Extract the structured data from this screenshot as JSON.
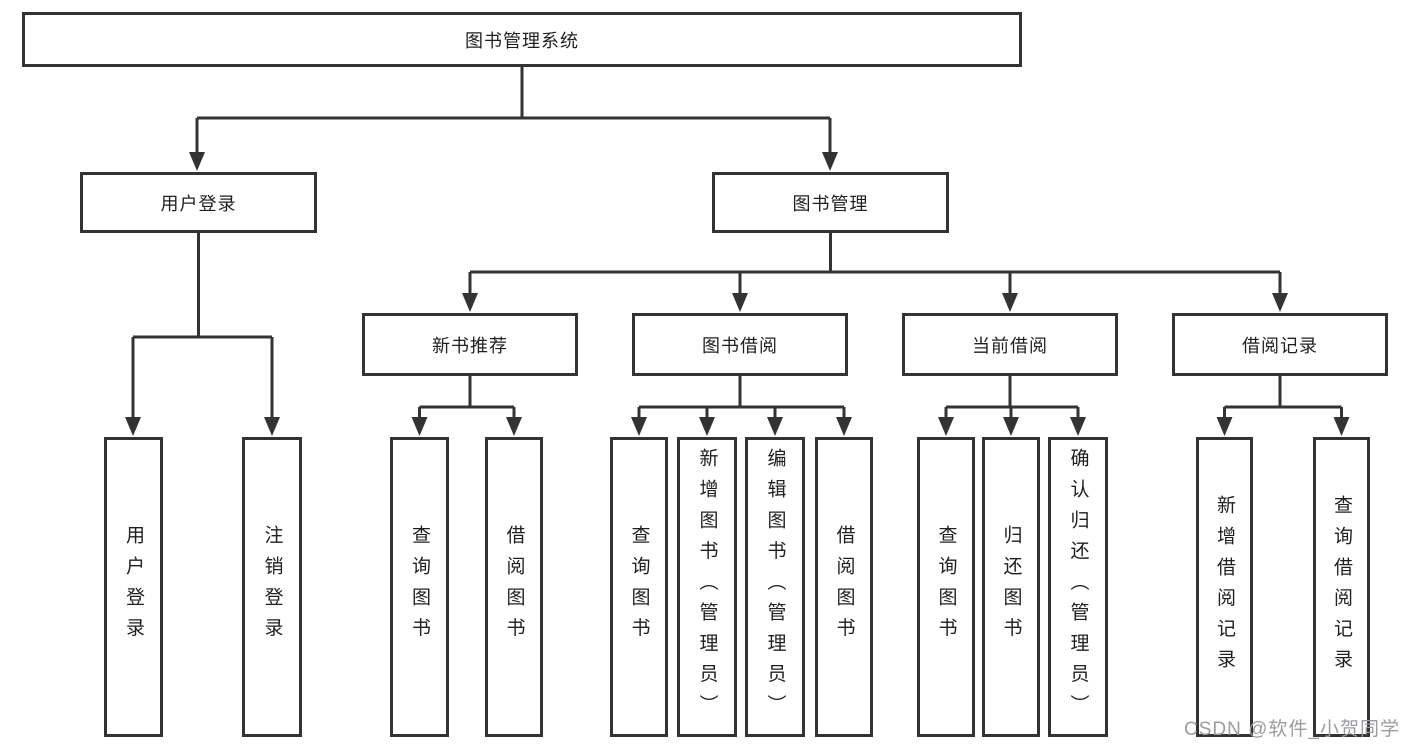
{
  "diagram": {
    "title": "图书管理系统",
    "tree": {
      "root": {
        "label": "图书管理系统"
      },
      "branches": [
        {
          "label": "用户登录",
          "children": [
            {
              "label": "用户登录"
            },
            {
              "label": "注销登录"
            }
          ]
        },
        {
          "label": "图书管理",
          "children": [
            {
              "label": "新书推荐",
              "children": [
                {
                  "label": "查询图书"
                },
                {
                  "label": "借阅图书"
                }
              ]
            },
            {
              "label": "图书借阅",
              "children": [
                {
                  "label": "查询图书"
                },
                {
                  "label": "新增图书（管理员）"
                },
                {
                  "label": "编辑图书（管理员）"
                },
                {
                  "label": "借阅图书"
                }
              ]
            },
            {
              "label": "当前借阅",
              "children": [
                {
                  "label": "查询图书"
                },
                {
                  "label": "归还图书"
                },
                {
                  "label": "确认归还（管理员）"
                }
              ]
            },
            {
              "label": "借阅记录",
              "children": [
                {
                  "label": "新增借阅记录"
                },
                {
                  "label": "查询借阅记录"
                }
              ]
            }
          ]
        }
      ]
    },
    "colors": {
      "line": "#333333",
      "box_border": "#333333",
      "box_fill": "#ffffff",
      "text": "#1f1f1f",
      "watermark": "#9b9ca0",
      "background": "#ffffff"
    },
    "watermark": {
      "text": "CSDN @软件_小贺同学"
    }
  }
}
